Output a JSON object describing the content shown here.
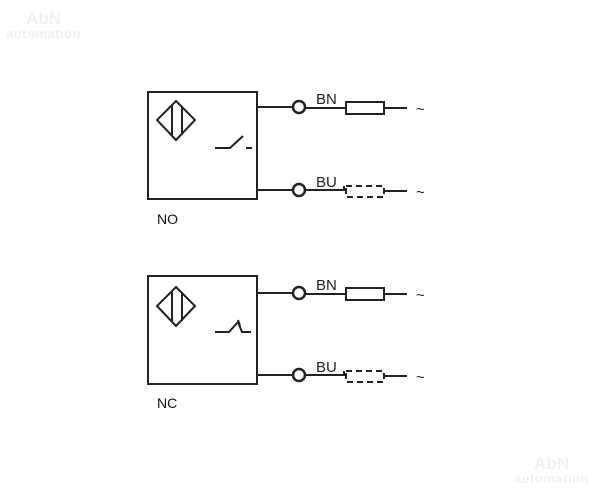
{
  "watermark": {
    "line1": "AbN",
    "line2": "automation"
  },
  "diagrams": [
    {
      "title": "NO",
      "wire_top": "BN",
      "wire_bottom": "BU",
      "tilde_top": "~",
      "tilde_bottom": "~",
      "switch_type": "normally-open"
    },
    {
      "title": "NC",
      "wire_top": "BN",
      "wire_bottom": "BU",
      "tilde_top": "~",
      "tilde_bottom": "~",
      "switch_type": "normally-closed"
    }
  ],
  "colors": {
    "line": "#222222",
    "watermark": "#f1f1f1"
  }
}
